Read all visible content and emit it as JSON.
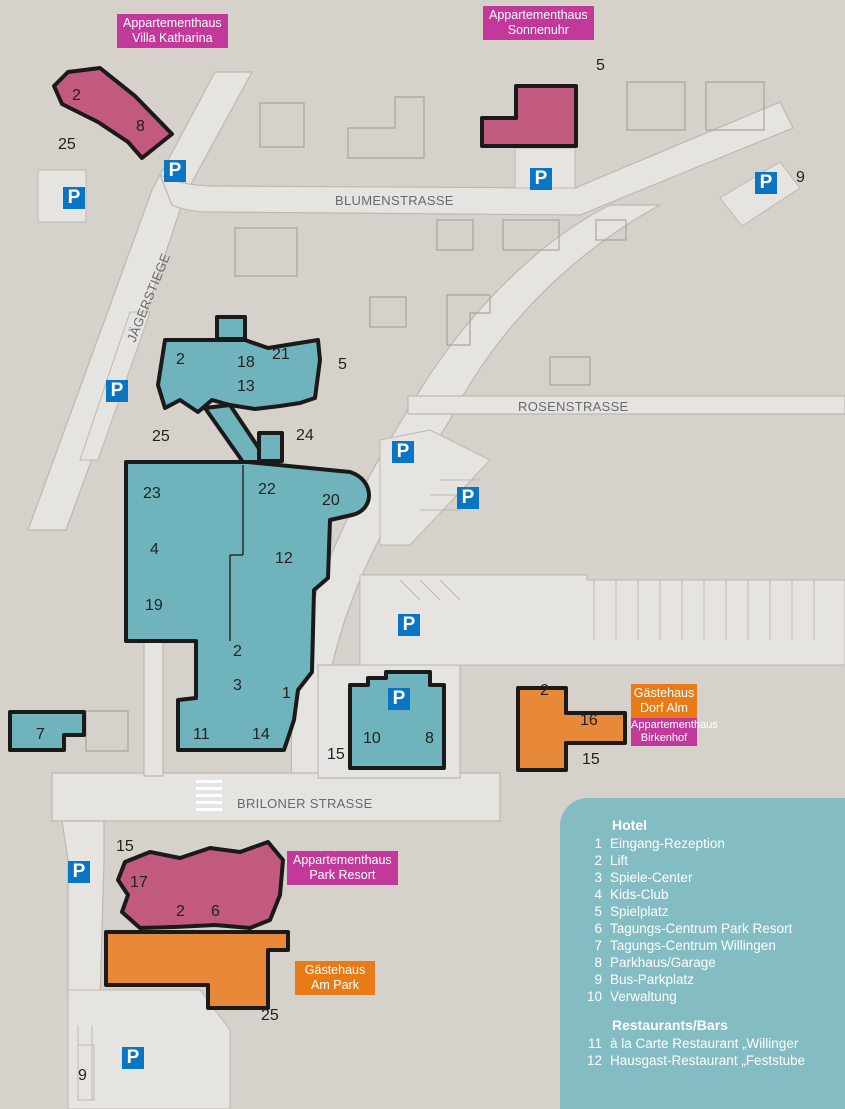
{
  "streets": {
    "blumen": "BLUMENSTRASSE",
    "rosen": "ROSENSTRASSE",
    "jaeger": "JÄGERSTIEGE",
    "briloner": "BRILONER STRASSE"
  },
  "labels": {
    "villa_katharina": [
      "Appartementhaus",
      "Villa Katharina"
    ],
    "sonnenuhr": [
      "Appartementhaus",
      "Sonnenuhr"
    ],
    "dorf_alm": [
      "Gästehaus",
      "Dorf Alm"
    ],
    "birkenhof": [
      "Appartementhaus",
      "Birkenhof"
    ],
    "park_resort": [
      "Appartementhaus",
      "Park Resort"
    ],
    "am_park": [
      "Gästehaus",
      "Am Park"
    ]
  },
  "parking_symbol": "P",
  "numbers": {
    "vk_2": "2",
    "vk_8": "8",
    "n25_a": "25",
    "sonn_5": "5",
    "bus_9": "9",
    "m_2": "2",
    "m_18": "18",
    "m_21": "21",
    "m_13": "13",
    "m_5": "5",
    "n25_b": "25",
    "n24": "24",
    "n23": "23",
    "n22": "22",
    "n20": "20",
    "n4": "4",
    "n12": "12",
    "n19": "19",
    "c_2": "2",
    "c_3": "3",
    "c_1": "1",
    "c_11": "11",
    "c_14": "14",
    "n7": "7",
    "g_10": "10",
    "g_8": "8",
    "g_15": "15",
    "da_2": "2",
    "da_16": "16",
    "da_15": "15",
    "pr_15": "15",
    "pr_17": "17",
    "pr_2": "2",
    "pr_6": "6",
    "ap_25": "25",
    "lot_9": "9"
  },
  "legend": {
    "hotel_heading": "Hotel",
    "hotel_items": [
      {
        "n": "1",
        "t": "Eingang-Rezeption"
      },
      {
        "n": "2",
        "t": "Lift"
      },
      {
        "n": "3",
        "t": "Spiele-Center"
      },
      {
        "n": "4",
        "t": "Kids-Club"
      },
      {
        "n": "5",
        "t": "Spielplatz"
      },
      {
        "n": "6",
        "t": "Tagungs-Centrum Park Resort"
      },
      {
        "n": "7",
        "t": "Tagungs-Centrum Willingen"
      },
      {
        "n": "8",
        "t": "Parkhaus/Garage"
      },
      {
        "n": "9",
        "t": "Bus-Parkplatz"
      },
      {
        "n": "10",
        "t": "Verwaltung"
      }
    ],
    "restaurants_heading": "Restaurants/Bars",
    "restaurant_items": [
      {
        "n": "11",
        "t": "à la Carte Restaurant „Willinger"
      },
      {
        "n": "12",
        "t": "Hausgast-Restaurant „Feststube"
      }
    ]
  },
  "colors": {
    "background": "#d6d1cb",
    "road": "#e6e4e1",
    "hotel_building": "#6fb4bd",
    "apartment_building": "#c2597f",
    "guesthouse_building": "#e8893a",
    "apartment_label": "#c2399b",
    "guesthouse_label": "#e87b16",
    "parking": "#0a75c2",
    "legend_panel": "#84bcc3"
  }
}
